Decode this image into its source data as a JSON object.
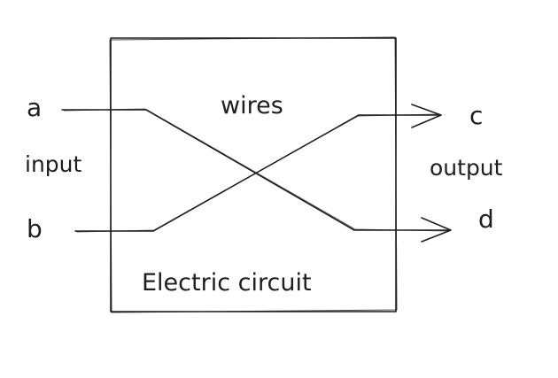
{
  "diagram": {
    "box_label": "Electric circuit",
    "wires_label": "wires",
    "input_label": "input",
    "output_label": "output",
    "inputs": {
      "a": "a",
      "b": "b"
    },
    "outputs": {
      "c": "c",
      "d": "d"
    },
    "colors": {
      "ink": "#1e1e1e",
      "background": "#ffffff"
    }
  }
}
